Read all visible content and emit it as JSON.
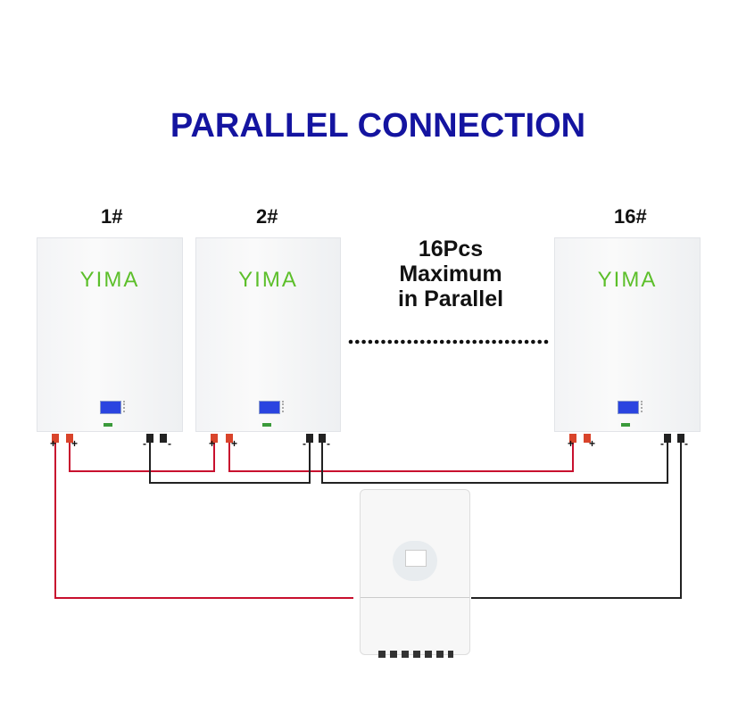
{
  "title": "PARALLEL CONNECTION",
  "batteries": [
    {
      "label": "1#",
      "brand": "YIMA"
    },
    {
      "label": "2#",
      "brand": "YIMA"
    },
    {
      "label": "16#",
      "brand": "YIMA"
    }
  ],
  "note": {
    "line1": "16Pcs",
    "line2": "Maximum",
    "line3": "in Parallel"
  },
  "terminals": {
    "plus": "+",
    "minus": "-"
  },
  "colors": {
    "title": "#1414a0",
    "positive_wire": "#c8102e",
    "negative_wire": "#222222",
    "brand": "#5cbf2a"
  }
}
